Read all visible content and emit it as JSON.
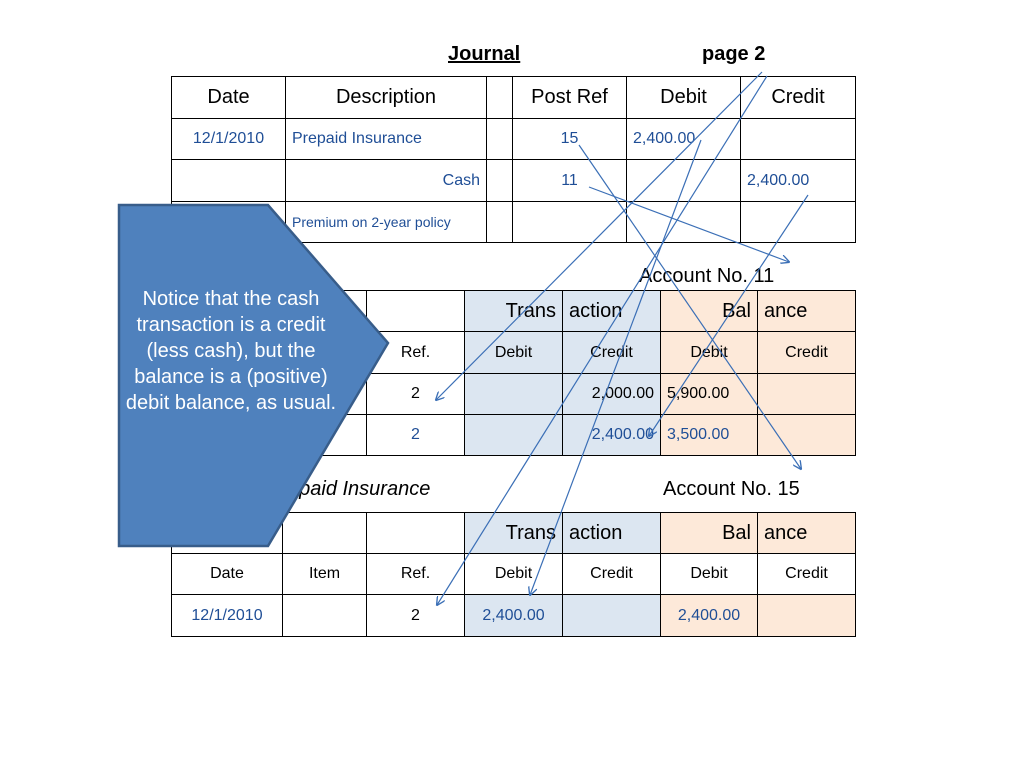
{
  "journal": {
    "title": "Journal",
    "page": "page 2",
    "headers": {
      "date": "Date",
      "description": "Description",
      "post_ref": "Post Ref",
      "debit": "Debit",
      "credit": "Credit"
    },
    "rows": [
      {
        "date": "12/1/2010",
        "description": "Prepaid Insurance",
        "post_ref": "15",
        "debit": "2,400.00",
        "credit": ""
      },
      {
        "date": "",
        "description": "Cash",
        "post_ref": "11",
        "debit": "",
        "credit": "2,400.00"
      },
      {
        "date": "",
        "description": "Premium on 2-year policy",
        "post_ref": "",
        "debit": "",
        "credit": ""
      }
    ]
  },
  "cash_ledger": {
    "account_no": "Account No. 11",
    "trans_a": "Trans",
    "trans_b": "action",
    "bal_a": "Bal",
    "bal_b": "ance",
    "headers": {
      "ref": "Ref.",
      "debit": "Debit",
      "credit": "Credit",
      "bal_debit": "Debit",
      "bal_credit": "Credit"
    },
    "rows": [
      {
        "ref": "2",
        "debit": "",
        "credit": "2,000.00",
        "bal_debit": "5,900.00",
        "bal_credit": ""
      },
      {
        "ref": "2",
        "debit": "",
        "credit": "2,400.00",
        "bal_debit": "3,500.00",
        "bal_credit": ""
      }
    ]
  },
  "insurance_ledger": {
    "account_name": "Prepaid Insurance",
    "account_no": "Account No. 15",
    "trans_a": "Trans",
    "trans_b": "action",
    "bal_a": "Bal",
    "bal_b": "ance",
    "headers": {
      "date": "Date",
      "item": "Item",
      "ref": "Ref.",
      "debit": "Debit",
      "credit": "Credit",
      "bal_debit": "Debit",
      "bal_credit": "Credit"
    },
    "rows": [
      {
        "date": "12/1/2010",
        "item": "",
        "ref": "2",
        "debit": "2,400.00",
        "credit": "",
        "bal_debit": "2,400.00",
        "bal_credit": ""
      }
    ]
  },
  "callout": {
    "text": "Notice that the cash transaction is a credit (less cash), but the balance is a (positive) debit balance, as usual."
  },
  "colors": {
    "arrow": "#3b6fb6",
    "callout_fill": "#4f81bd",
    "callout_border": "#385d8a",
    "transaction_fill": "#dce6f1",
    "balance_fill": "#fde9d9",
    "entry_text": "#1f4e96"
  }
}
